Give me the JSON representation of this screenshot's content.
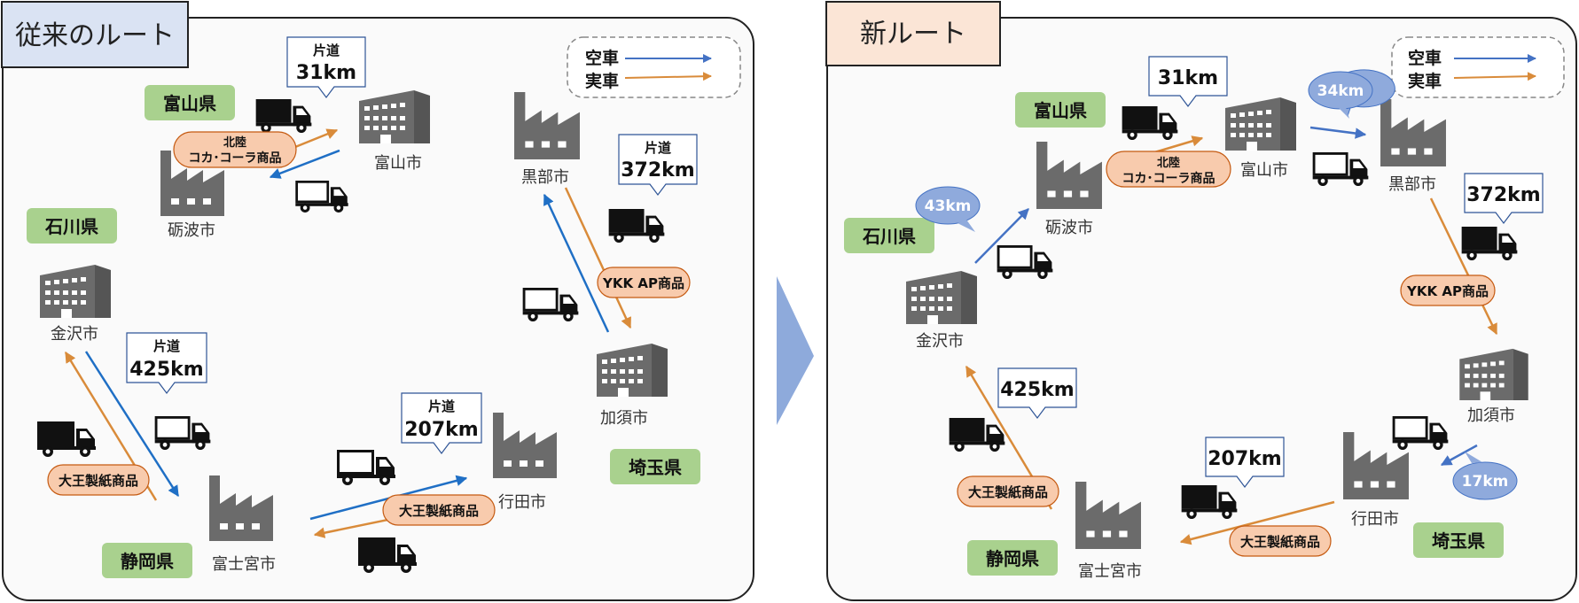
{
  "colors": {
    "empty_arrow": "#1f6fc5",
    "loaded_arrow": "#d98b3a",
    "prefecture_bg": "#a9d18e",
    "product_bg": "#f8cbad",
    "product_border": "#c55a11",
    "old_title_bg": "#dae3f3",
    "new_title_bg": "#fbe5d6",
    "distance_bubble_bg": "#8faadc",
    "icon_gray": "#6b6b6b",
    "divider_arrow": "#8eaadb"
  },
  "old_panel": {
    "title": "従来のルート",
    "legend": {
      "empty": "空車",
      "loaded": "実車"
    },
    "prefectures": {
      "toyama": "富山県",
      "ishikawa": "石川県",
      "shizuoka": "静岡県",
      "saitama": "埼玉県"
    },
    "cities": {
      "toyama": "富山市",
      "tonami": "砺波市",
      "kanazawa": "金沢市",
      "fujinomiya": "富士宮市",
      "gyoda": "行田市",
      "kurobe": "黒部市",
      "kazo": "加須市"
    },
    "products": {
      "hokuriku_line1": "北陸",
      "hokuriku_line2": "コカ･コーラ商品",
      "ykk": "YKK AP商品",
      "daio_1": "大王製紙商品",
      "daio_2": "大王製紙商品"
    },
    "distances": [
      {
        "prefix": "片道",
        "value": "31km"
      },
      {
        "prefix": "片道",
        "value": "372km"
      },
      {
        "prefix": "片道",
        "value": "425km"
      },
      {
        "prefix": "片道",
        "value": "207km"
      }
    ]
  },
  "new_panel": {
    "title": "新ルート",
    "legend": {
      "empty": "空車",
      "loaded": "実車"
    },
    "prefectures": {
      "toyama": "富山県",
      "ishikawa": "石川県",
      "shizuoka": "静岡県",
      "saitama": "埼玉県"
    },
    "cities": {
      "toyama": "富山市",
      "tonami": "砺波市",
      "kanazawa": "金沢市",
      "fujinomiya": "富士宮市",
      "gyoda": "行田市",
      "kurobe": "黒部市",
      "kazo": "加須市"
    },
    "products": {
      "hokuriku_line1": "北陸",
      "hokuriku_line2": "コカ･コーラ商品",
      "ykk": "YKK AP商品",
      "daio_1": "大王製紙商品",
      "daio_2": "大王製紙商品"
    },
    "distances": {
      "d31": "31km",
      "d372": "372km",
      "d425": "425km",
      "d207": "207km"
    },
    "empty_distances": {
      "d34": "34km",
      "d43": "43km",
      "d17": "17km"
    }
  }
}
